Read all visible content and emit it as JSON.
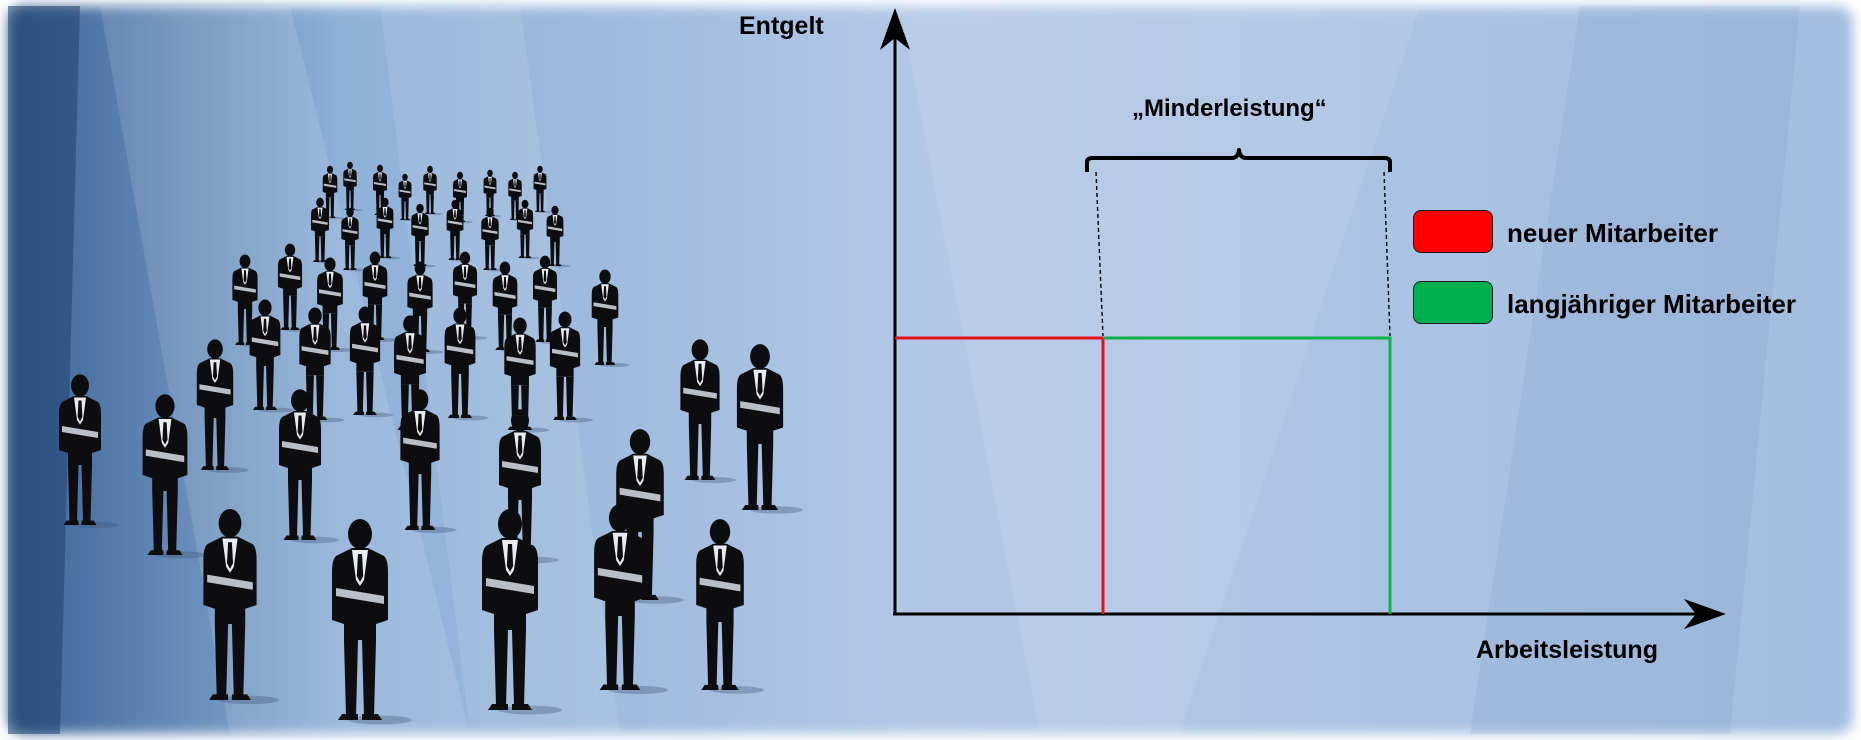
{
  "diagram": {
    "y_axis_label": "Entgelt",
    "x_axis_label": "Arbeitsleistung",
    "brace_label": "„Minderleistung“"
  },
  "legend": [
    {
      "label": "neuer Mitarbeiter",
      "color": "#ff0000"
    },
    {
      "label": "langjähriger Mitarbeiter",
      "color": "#00b050"
    }
  ],
  "illustration": {
    "description_icon": "business-people-silhouettes-icon"
  }
}
